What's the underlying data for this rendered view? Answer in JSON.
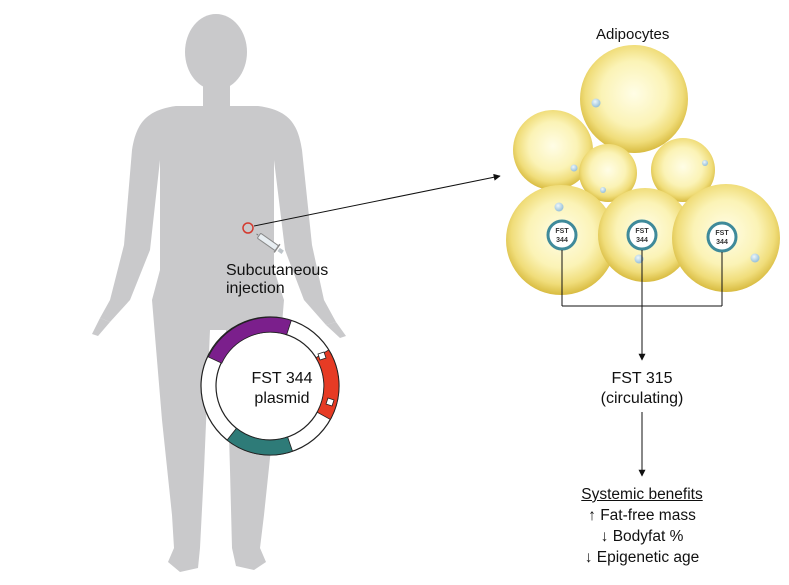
{
  "labels": {
    "adipocytes": "Adipocytes",
    "injection_line1": "Subcutaneous",
    "injection_line2": "injection",
    "plasmid_line1": "FST 344",
    "plasmid_line2": "plasmid",
    "nucleus_top": "FST",
    "nucleus_bottom": "344",
    "circulating_line1": "FST 315",
    "circulating_line2": "(circulating)"
  },
  "benefits": {
    "title": "Systemic benefits",
    "items": [
      "↑ Fat-free mass",
      "↓ Bodyfat %",
      "↓ Epigenetic age"
    ]
  },
  "colors": {
    "body": "#c9c9cb",
    "injection_site": "#d43a2f",
    "plasmid_purple": "#7b1f8c",
    "plasmid_red": "#e63b24",
    "plasmid_teal": "#2e7b78",
    "cell_rim": "#dcc24a",
    "nucleus_ring": "#3f8a9a"
  }
}
